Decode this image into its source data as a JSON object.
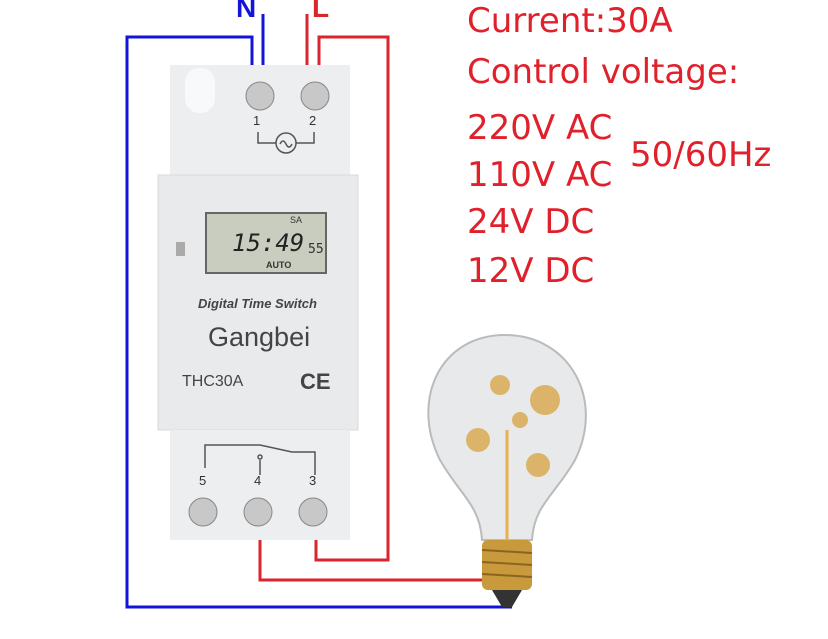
{
  "wire_labels": {
    "neutral": "N",
    "live": "L"
  },
  "colors": {
    "neutral": "#1414d8",
    "live": "#d9262e",
    "spec_text": "#e0212b",
    "lcd": "#c9cdc0",
    "body": "#ebedef"
  },
  "specs": {
    "current": "Current:30A",
    "control_voltage_label": "Control voltage:",
    "voltages": [
      "220V AC",
      "110V AC",
      "24V DC",
      "12V DC"
    ],
    "frequency": "50/60Hz"
  },
  "device": {
    "top_terminals": [
      "1",
      "2"
    ],
    "bottom_terminals": [
      "5",
      "4",
      "3"
    ],
    "lcd": {
      "day": "SA",
      "time": "15:49",
      "seconds": "55",
      "mode": "AUTO"
    },
    "product_name": "Digital Time Switch",
    "brand": "Gangbei",
    "model": "THC30A",
    "certification": "CE"
  },
  "icons": [
    "ac-symbol-icon",
    "light-bulb-icon",
    "screw-terminal-icon",
    "reset-button-icon"
  ]
}
